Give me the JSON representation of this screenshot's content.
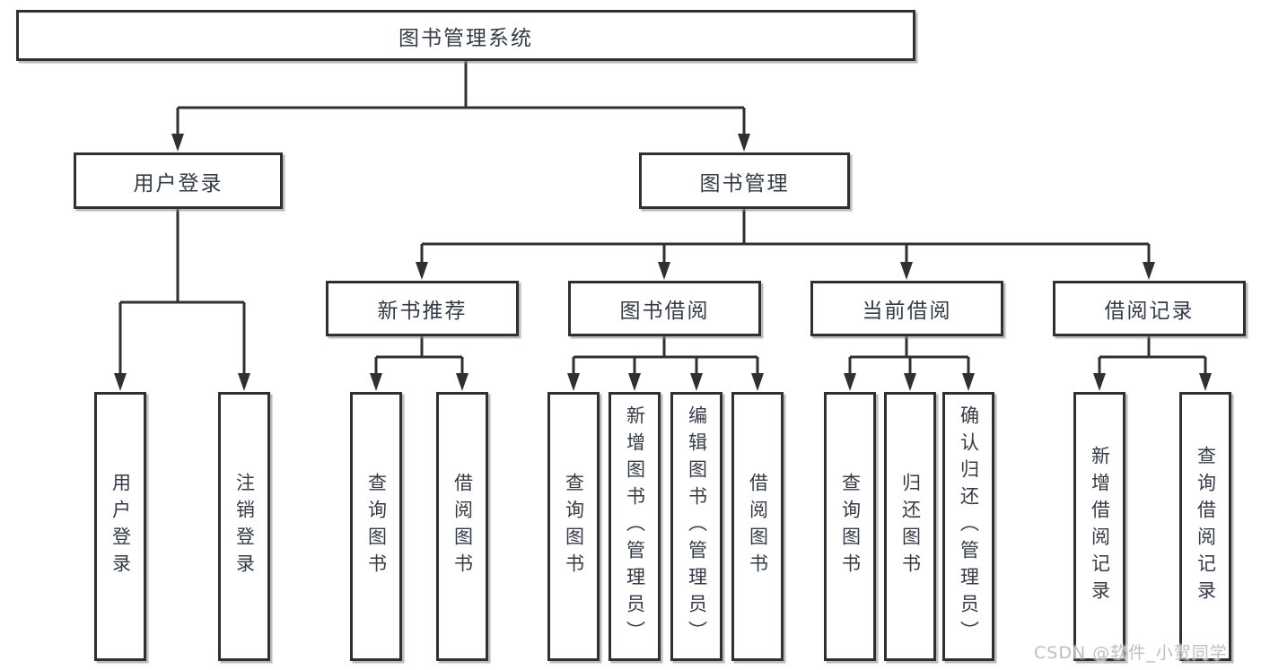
{
  "diagram": {
    "title_note": "functional structure tree",
    "root": {
      "label": "图书管理系统"
    },
    "level1": [
      {
        "label": "用户登录"
      },
      {
        "label": "图书管理"
      }
    ],
    "level2": [
      {
        "label": "新书推荐",
        "parent": "图书管理"
      },
      {
        "label": "图书借阅",
        "parent": "图书管理"
      },
      {
        "label": "当前借阅",
        "parent": "图书管理"
      },
      {
        "label": "借阅记录",
        "parent": "图书管理"
      }
    ],
    "leaves": [
      {
        "label": "用户登录",
        "parent": "用户登录"
      },
      {
        "label": "注销登录",
        "parent": "用户登录"
      },
      {
        "label": "查询图书",
        "parent": "新书推荐"
      },
      {
        "label": "借阅图书",
        "parent": "新书推荐"
      },
      {
        "label": "查询图书",
        "parent": "图书借阅"
      },
      {
        "label": "新增图书（管理员）",
        "parent": "图书借阅"
      },
      {
        "label": "编辑图书（管理员）",
        "parent": "图书借阅"
      },
      {
        "label": "借阅图书",
        "parent": "图书借阅"
      },
      {
        "label": "查询图书",
        "parent": "当前借阅"
      },
      {
        "label": "归还图书",
        "parent": "当前借阅"
      },
      {
        "label": "确认归还（管理员）",
        "parent": "当前借阅"
      },
      {
        "label": "新增借阅记录",
        "parent": "借阅记录"
      },
      {
        "label": "查询借阅记录",
        "parent": "借阅记录"
      }
    ]
  },
  "watermark": "CSDN @软件_小贺同学",
  "colors": {
    "background": "#ffffff",
    "box_border": "#303030",
    "connector_line": "#303030",
    "text": "#343b46",
    "watermark": "#bfbfbf"
  }
}
